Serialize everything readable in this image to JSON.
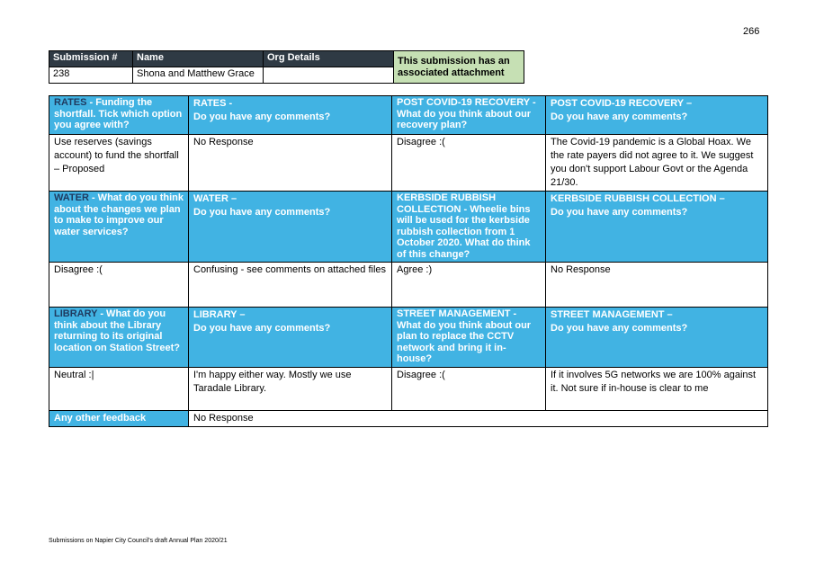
{
  "page_number": "266",
  "top_table": {
    "headers": {
      "submission": "Submission #",
      "name": "Name",
      "org": "Org Details"
    },
    "attachment_note": "This submission has an associated attachment",
    "row": {
      "submission": "238",
      "name": "Shona and Matthew Grace",
      "org": ""
    }
  },
  "rates": {
    "q1_title": "RATES",
    "q1_text": " - Funding the shortfall. Tick which option you agree with?",
    "q2": "RATES -\nDo you have any comments?",
    "a1": "Use reserves (savings account) to fund the shortfall – Proposed",
    "a2": "No Response"
  },
  "covid": {
    "q1_title": "POST COVID-19 RECOVERY",
    "q1_text": " - What do you think about our recovery plan?",
    "q2": "POST COVID-19 RECOVERY –\nDo you have any comments?",
    "a1": "Disagree :(",
    "a2": "The Covid-19 pandemic is a Global Hoax.  We the rate payers did not agree to it.  We suggest you don't support Labour Govt or the Agenda 21/30."
  },
  "water": {
    "q1_title": "WATER",
    "q1_text": " - What do you think about the changes we plan to make to improve our water services?",
    "q2": "WATER –\nDo you have any comments?",
    "a1": "Disagree :(",
    "a2": "Confusing - see comments on attached files"
  },
  "kerbside": {
    "q1_title": "KERBSIDE RUBBISH COLLECTION",
    "q1_text": " - Wheelie bins will be used for the kerbside rubbish collection from 1 October 2020. What do think of this change?",
    "q2": "KERBSIDE RUBBISH COLLECTION –\nDo you have any comments?",
    "a1": "Agree :)",
    "a2": "No Response"
  },
  "library": {
    "q1_title": "LIBRARY",
    "q1_text": " - What do you think about the Library returning to its original location on Station Street?",
    "q2": "LIBRARY –\nDo you have any comments?",
    "a1": "Neutral :|",
    "a2": "I'm happy either way.  Mostly we use Taradale Library."
  },
  "street": {
    "q1_title": "STREET MANAGEMENT",
    "q1_text": " - What do you think about our plan to replace the CCTV network and bring it in-house?",
    "q2": "STREET MANAGEMENT –\nDo you have any comments?",
    "a1": "Disagree :(",
    "a2": "If it involves 5G networks we are 100% against it.  Not sure if in-house is clear to me"
  },
  "other": {
    "label": "Any other feedback",
    "answer": "No Response"
  },
  "footer": "Submissions on Napier City Council's draft Annual Plan 2020/21",
  "colors": {
    "header_blue": "#41b3e3",
    "dark_header": "#2f3a44",
    "attachment_green": "#c6e0b4"
  }
}
